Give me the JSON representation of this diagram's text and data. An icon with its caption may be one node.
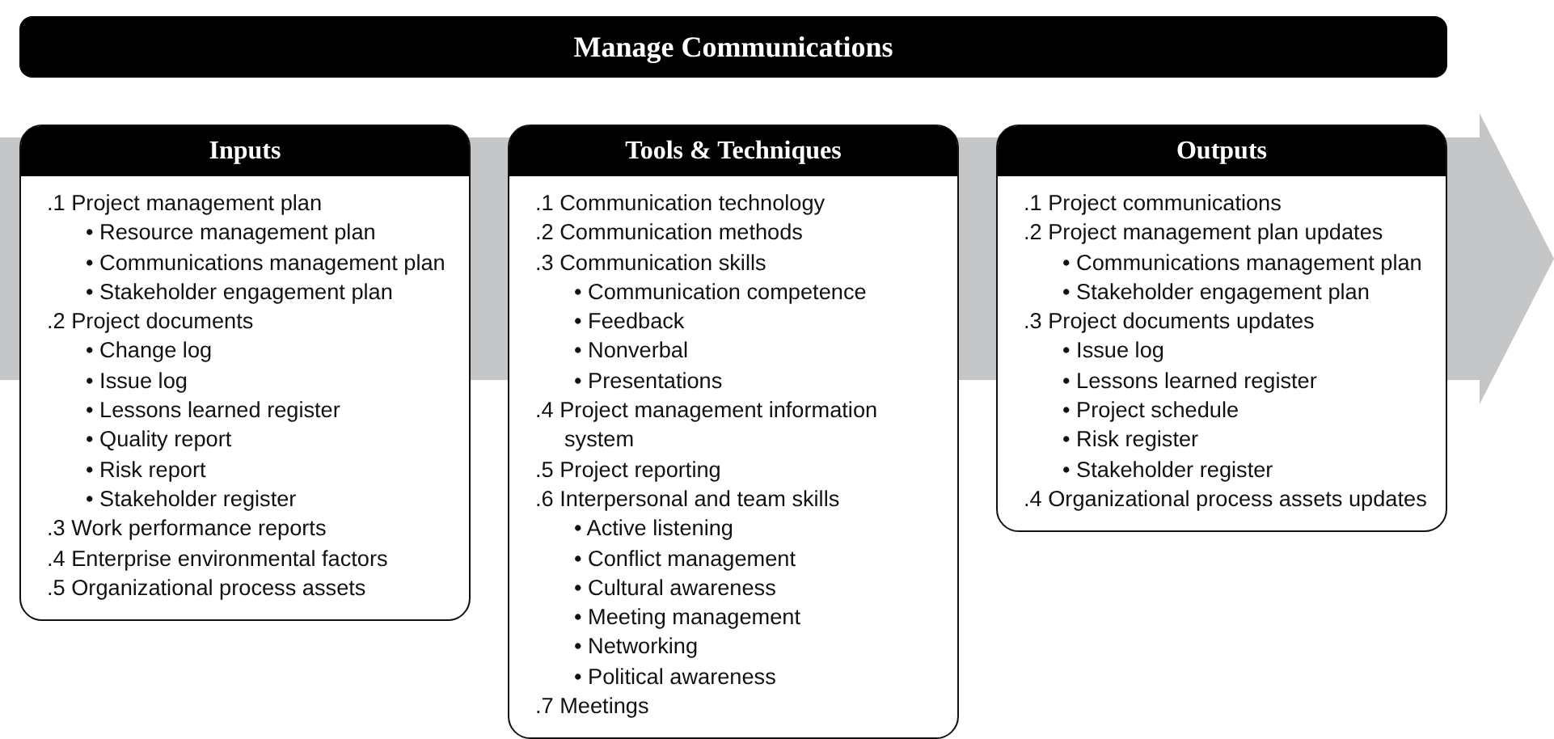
{
  "diagram": {
    "title": "Manage Communications",
    "nodes": [
      {
        "text": [
          "Inputs",
          ".1 Project management plan",
          "• Resource management plan",
          "• Communications management plan",
          "• Stakeholder engagement plan",
          ".2 Project documents",
          "• Change log",
          "• Issue log",
          "• Lessons learned register",
          "• Quality report",
          "• Risk report",
          "• Stakeholder register",
          ".3 Work performance reports",
          ".4 Enterprise environmental factors",
          ".5 Organizational process assets"
        ]
      },
      {
        "text": [
          "Tools & Techniques",
          ".1 Communication technology",
          ".2 Communication methods",
          ".3 Communication skills",
          "• Communication competence",
          "• Feedback",
          "• Nonverbal",
          "• Presentations",
          ".4 Project management information system",
          ".5 Project reporting",
          ".6 Interpersonal and team skills",
          "• Active listening",
          "• Conflict management",
          "• Cultural awareness",
          "• Meeting management",
          "• Networking",
          "• Political awareness",
          ".7 Meetings"
        ]
      },
      {
        "text": [
          "Outputs",
          ".1 Project communications",
          ".2 Project management plan updates",
          "• Communications management plan",
          "• Stakeholder engagement plan",
          ".3 Project documents updates",
          "• Issue log",
          "• Lessons learned register",
          "• Project schedule",
          "• Risk register",
          "• Stakeholder register",
          ".4 Organizational process assets  updates"
        ]
      }
    ]
  }
}
